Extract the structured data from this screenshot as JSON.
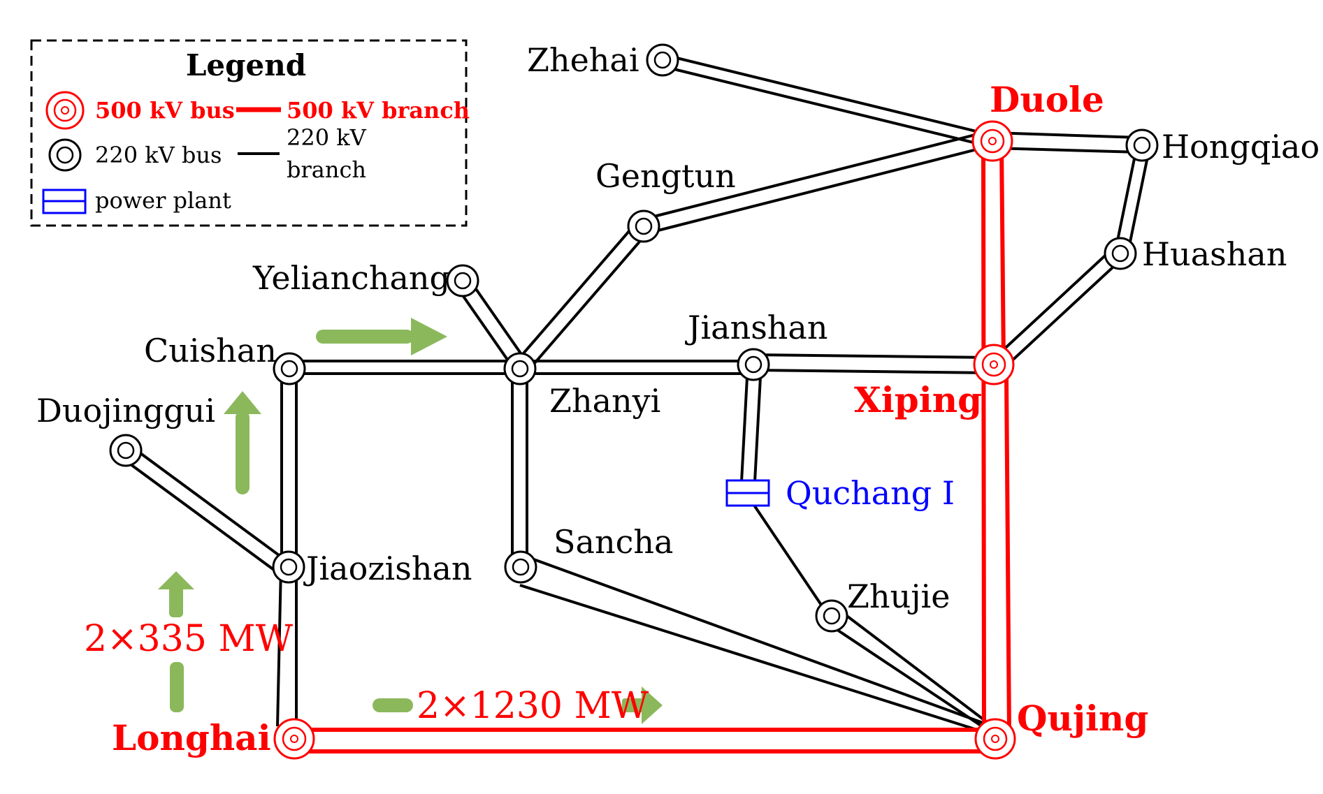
{
  "legend": {
    "title": "Legend",
    "bus_500": "500 kV bus",
    "branch_500": "500 kV branch",
    "bus_220": "220 kV bus",
    "branch_220_line1": "220 kV",
    "branch_220_line2": "branch",
    "power_plant": "power plant"
  },
  "colors": {
    "kv500": "#ff0000",
    "kv220": "#000000",
    "power_plant": "#0000ff",
    "flow_arrow": "#8cb85c"
  },
  "buses_220": {
    "zhehai": "Zhehai",
    "hongqiao": "Hongqiao",
    "gengtun": "Gengtun",
    "huashan": "Huashan",
    "yelianchang": "Yelianchang",
    "cuishan": "Cuishan",
    "jianshan": "Jianshan",
    "zhanyi": "Zhanyi",
    "duojinggui": "Duojinggui",
    "sancha": "Sancha",
    "jiaozishan": "Jiaozishan",
    "zhujie": "Zhujie"
  },
  "buses_500": {
    "duole": "Duole",
    "xiping": "Xiping",
    "longhai": "Longhai",
    "qujing": "Qujing"
  },
  "power_plant": {
    "quchang": "Quchang I"
  },
  "flows": {
    "vertical": "2×335 MW",
    "horizontal": "2×1230 MW"
  }
}
